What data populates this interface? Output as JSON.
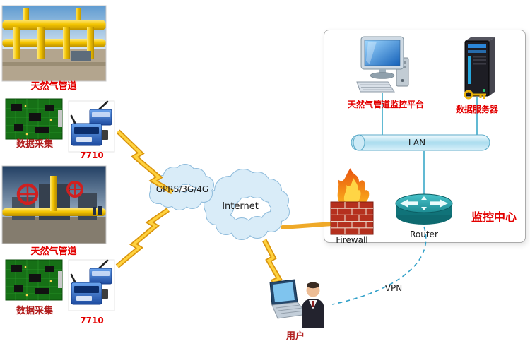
{
  "colors": {
    "label-red": "#e30000",
    "label-maroon": "#b22020",
    "label-dark": "#1a1a1a",
    "cloud-fill": "#d9ecf8",
    "cloud-stroke": "#8fbcdc",
    "bolt-yellow": "#ffd23e",
    "bolt-outline": "#d9940e",
    "link-orange": "#efa928",
    "link-cyan": "#3aa8c8",
    "vpn-blue": "#2f9fc8",
    "box-border": "#aaaaaa"
  },
  "left_column": {
    "pipeline_photo_1_label": "天然气管道",
    "daq_1_label": "数据采集",
    "modem_1_label": "7710",
    "pipeline_photo_2_label": "天然气管道",
    "daq_2_label": "数据采集",
    "modem_2_label": "7710"
  },
  "network": {
    "gprs_cloud_label": "GPRS/3G/4G",
    "internet_cloud_label": "Internet",
    "vpn_label": "VPN"
  },
  "monitoring_center": {
    "platform_label": "天然气管道监控平台",
    "server_label": "数据服务器",
    "lan_label": "LAN",
    "firewall_label": "Firewall",
    "router_label": "Router",
    "title": "监控中心"
  },
  "user": {
    "label": "用户"
  }
}
